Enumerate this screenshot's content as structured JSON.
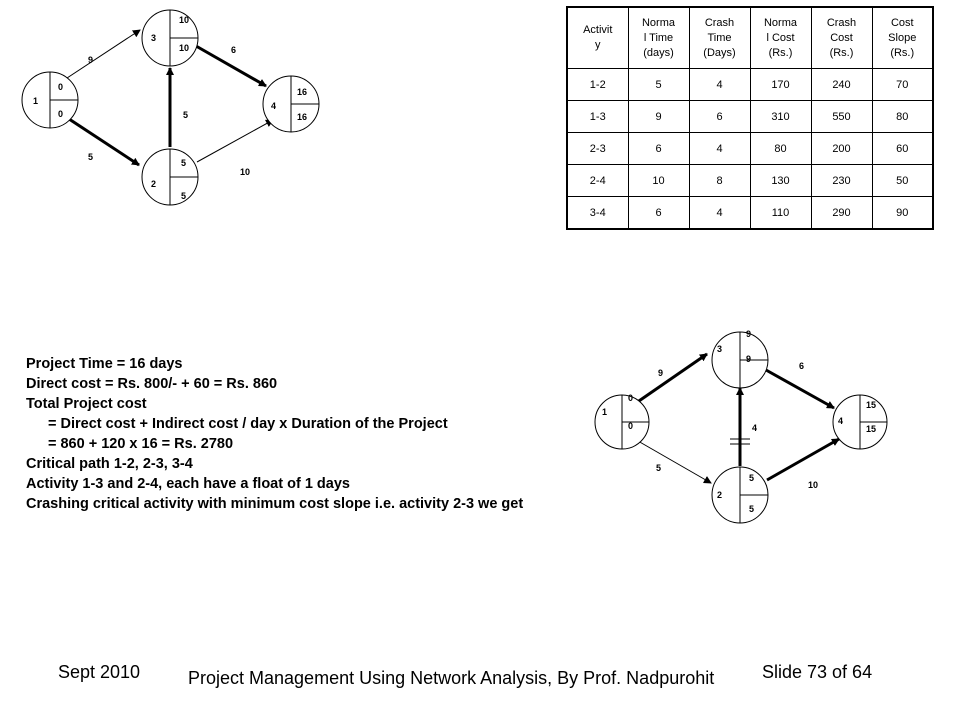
{
  "diagram1": {
    "nodes": [
      {
        "id": "1",
        "top": "0",
        "bottom": "0"
      },
      {
        "id": "2",
        "top": "5",
        "bottom": "5"
      },
      {
        "id": "3",
        "top": "10",
        "bottom": "10"
      },
      {
        "id": "4",
        "top": "16",
        "bottom": "16"
      }
    ],
    "edges": [
      {
        "label": "9"
      },
      {
        "label": "5"
      },
      {
        "label": "5"
      },
      {
        "label": "6"
      },
      {
        "label": "10"
      }
    ]
  },
  "diagram2": {
    "nodes": [
      {
        "id": "1",
        "top": "0",
        "bottom": "0"
      },
      {
        "id": "2",
        "top": "5",
        "bottom": "5"
      },
      {
        "id": "3",
        "top": "9",
        "bottom": "9"
      },
      {
        "id": "4",
        "top": "15",
        "bottom": "15"
      }
    ],
    "edges": [
      {
        "label": "9"
      },
      {
        "label": "5"
      },
      {
        "label": "4"
      },
      {
        "label": "6"
      },
      {
        "label": "10"
      }
    ]
  },
  "table": {
    "headers": [
      [
        "Activit",
        "y"
      ],
      [
        "Norma",
        "l Time",
        "(days)"
      ],
      [
        "Crash",
        "Time",
        "(Days)"
      ],
      [
        "Norma",
        "l Cost",
        "(Rs.)"
      ],
      [
        "Crash",
        "Cost",
        "(Rs.)"
      ],
      [
        "Cost",
        "Slope",
        "(Rs.)"
      ]
    ],
    "rows": [
      [
        "1-2",
        "5",
        "4",
        "170",
        "240",
        "70"
      ],
      [
        "1-3",
        "9",
        "6",
        "310",
        "550",
        "80"
      ],
      [
        "2-3",
        "6",
        "4",
        "80",
        "200",
        "60"
      ],
      [
        "2-4",
        "10",
        "8",
        "130",
        "230",
        "50"
      ],
      [
        "3-4",
        "6",
        "4",
        "110",
        "290",
        "90"
      ]
    ]
  },
  "text": {
    "line1": "Project Time = 16 days",
    "line2": "Direct cost = Rs. 800/- + 60 = Rs. 860",
    "line3": "Total Project cost",
    "line4": "= Direct cost + Indirect cost / day x Duration of the Project",
    "line5": "= 860 + 120 x 16 = Rs. 2780",
    "line6": "Critical path 1-2, 2-3, 3-4",
    "line7": "Activity 1-3 and 2-4, each have a float of 1 days",
    "line8": "Crashing critical activity with minimum cost slope i.e. activity 2-3 we get"
  },
  "footer": {
    "date": "Sept 2010",
    "title": "Project Management Using Network Analysis, By Prof. Nadpurohit",
    "slide": "Slide 73 of 64"
  }
}
